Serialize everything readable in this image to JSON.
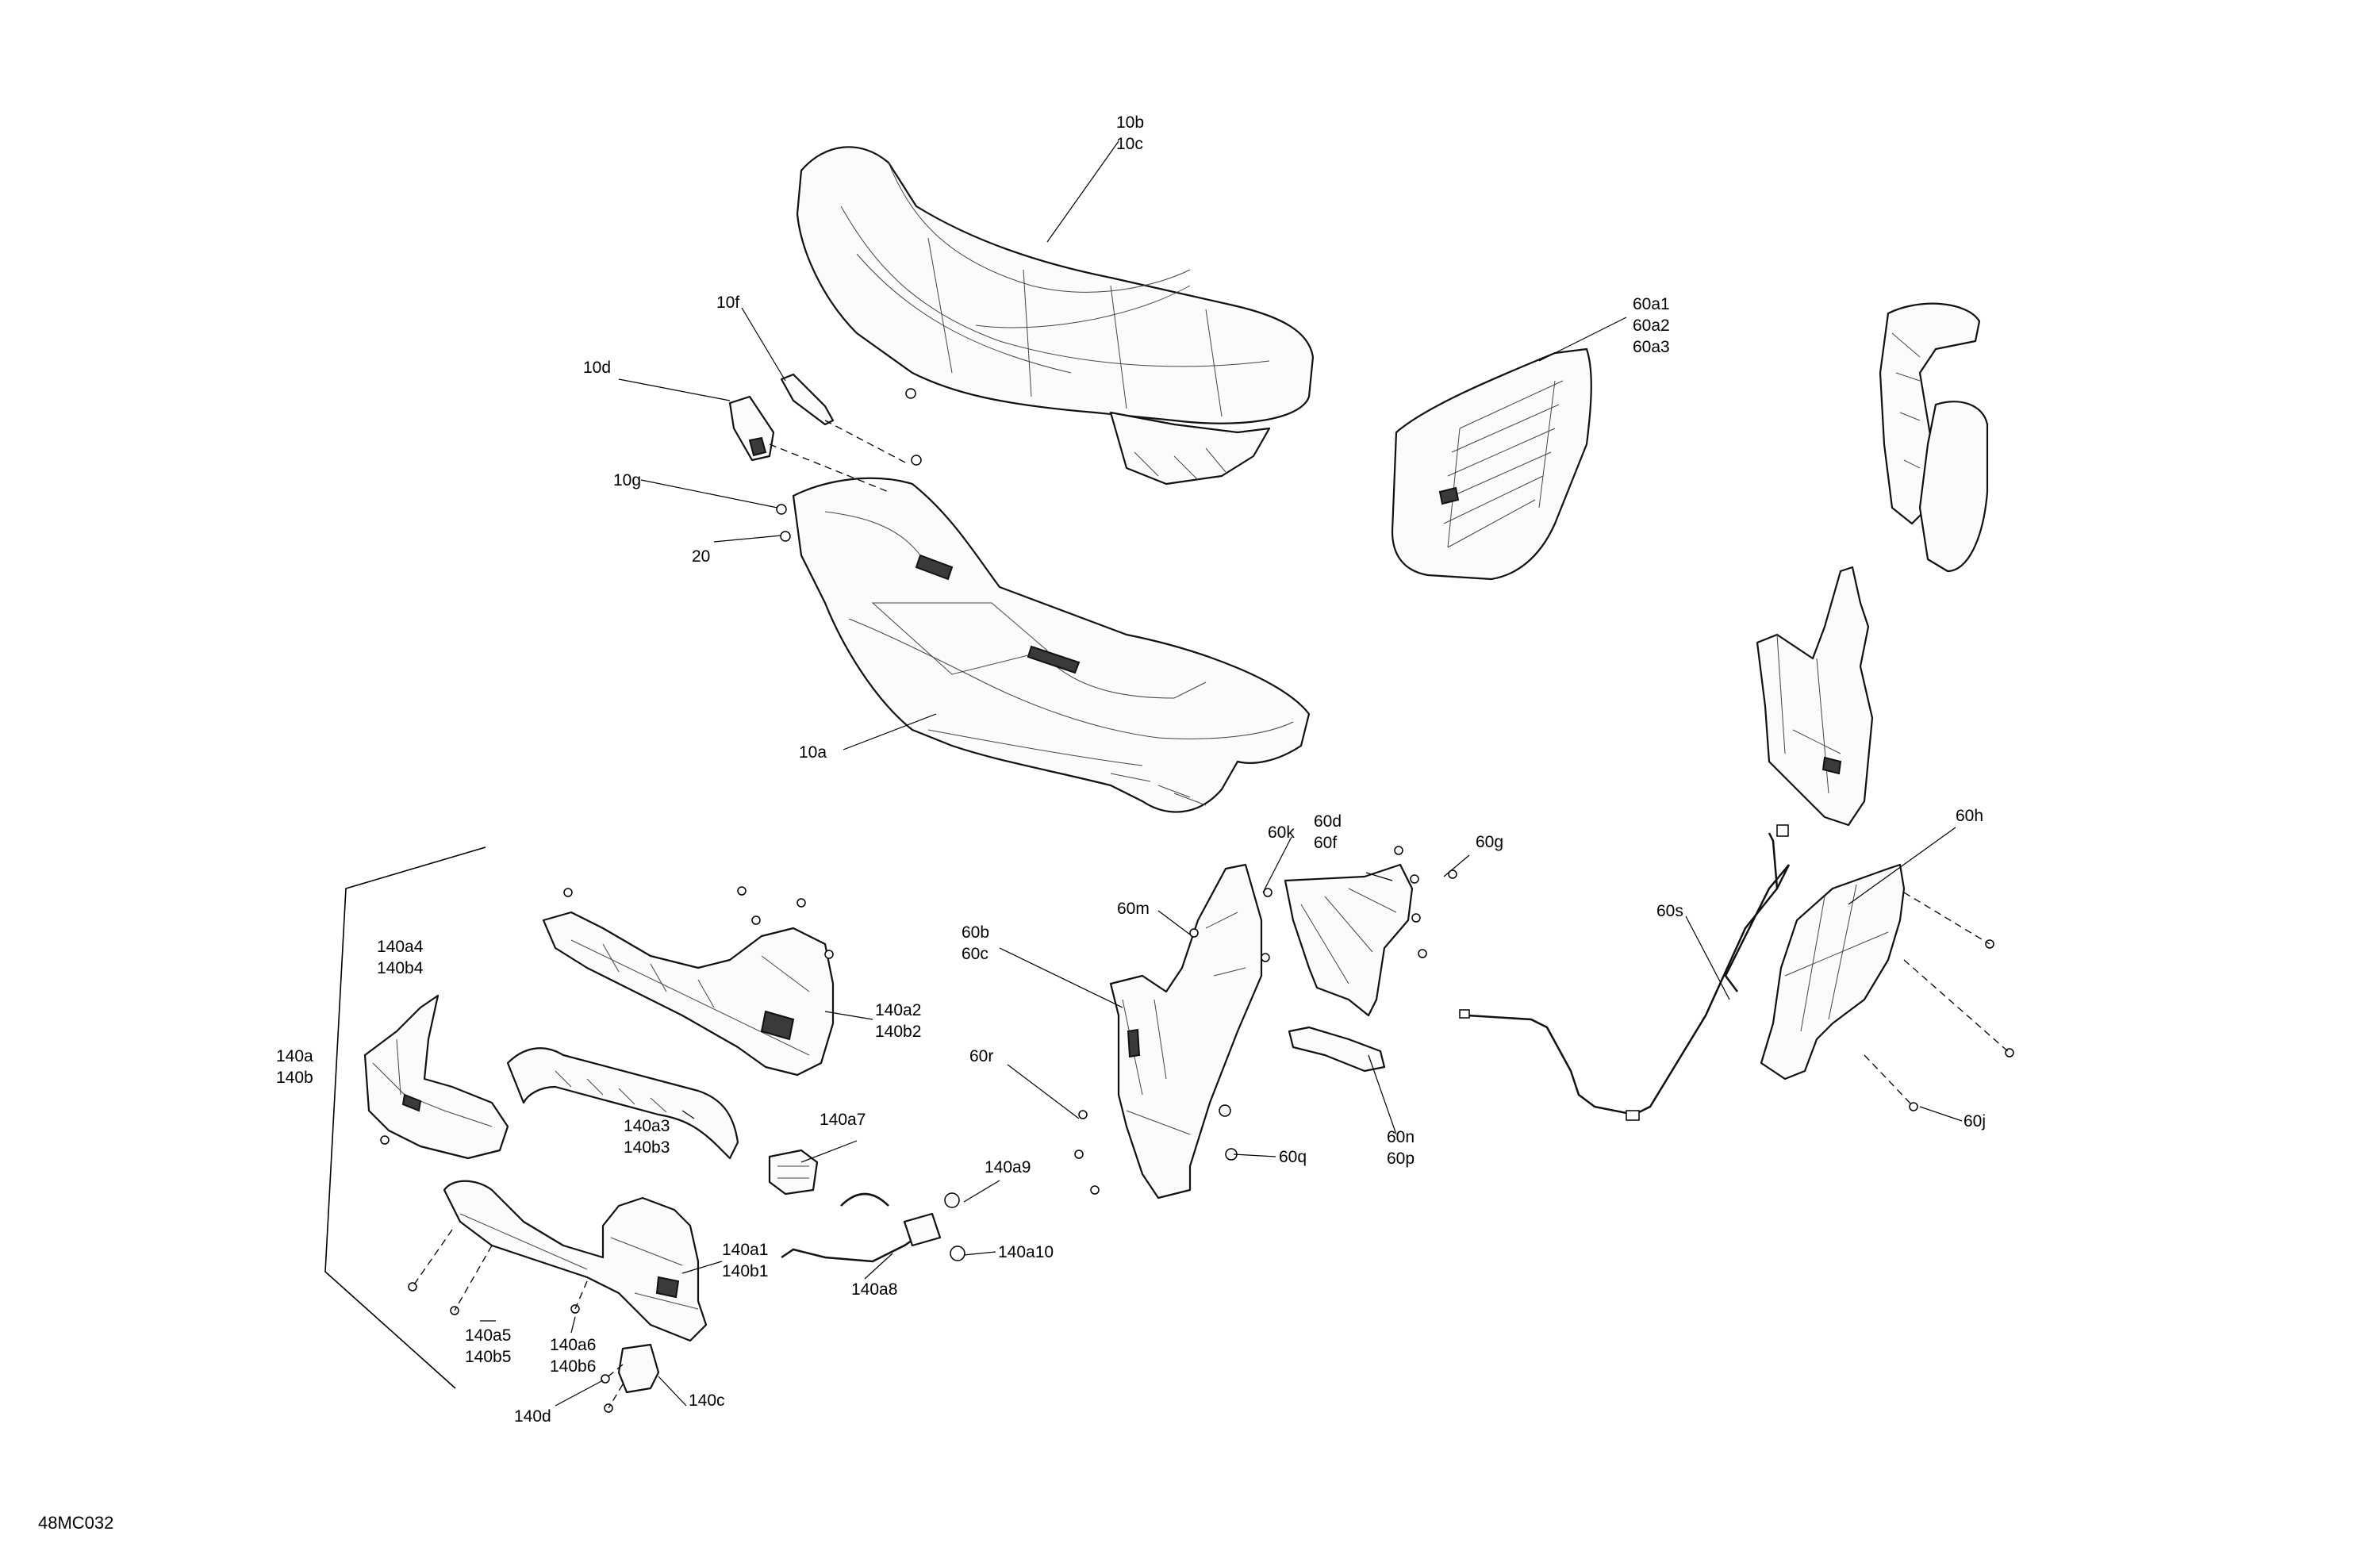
{
  "figure_id": "48MC032",
  "callouts": {
    "c10b": "10b",
    "c10c": "10c",
    "c10f": "10f",
    "c10d": "10d",
    "c10g": "10g",
    "c20": "20",
    "c10a": "10a",
    "c60a1": "60a1",
    "c60a2": "60a2",
    "c60a3": "60a3",
    "c60k": "60k",
    "c60d": "60d",
    "c60f": "60f",
    "c60g": "60g",
    "c60m": "60m",
    "c60b": "60b",
    "c60c": "60c",
    "c60r": "60r",
    "c60q": "60q",
    "c60n": "60n",
    "c60p": "60p",
    "c60s": "60s",
    "c60h": "60h",
    "c60j": "60j",
    "c140a4": "140a4",
    "c140b4": "140b4",
    "c140a": "140a",
    "c140b": "140b",
    "c140a2": "140a2",
    "c140b2": "140b2",
    "c140a3": "140a3",
    "c140b3": "140b3",
    "c140a7": "140a7",
    "c140a9": "140a9",
    "c140a10": "140a10",
    "c140a8": "140a8",
    "c140a1": "140a1",
    "c140b1": "140b1",
    "c140a5": "140a5",
    "c140b5": "140b5",
    "c140a6": "140a6",
    "c140b6": "140b6",
    "c140c": "140c",
    "c140d": "140d"
  }
}
